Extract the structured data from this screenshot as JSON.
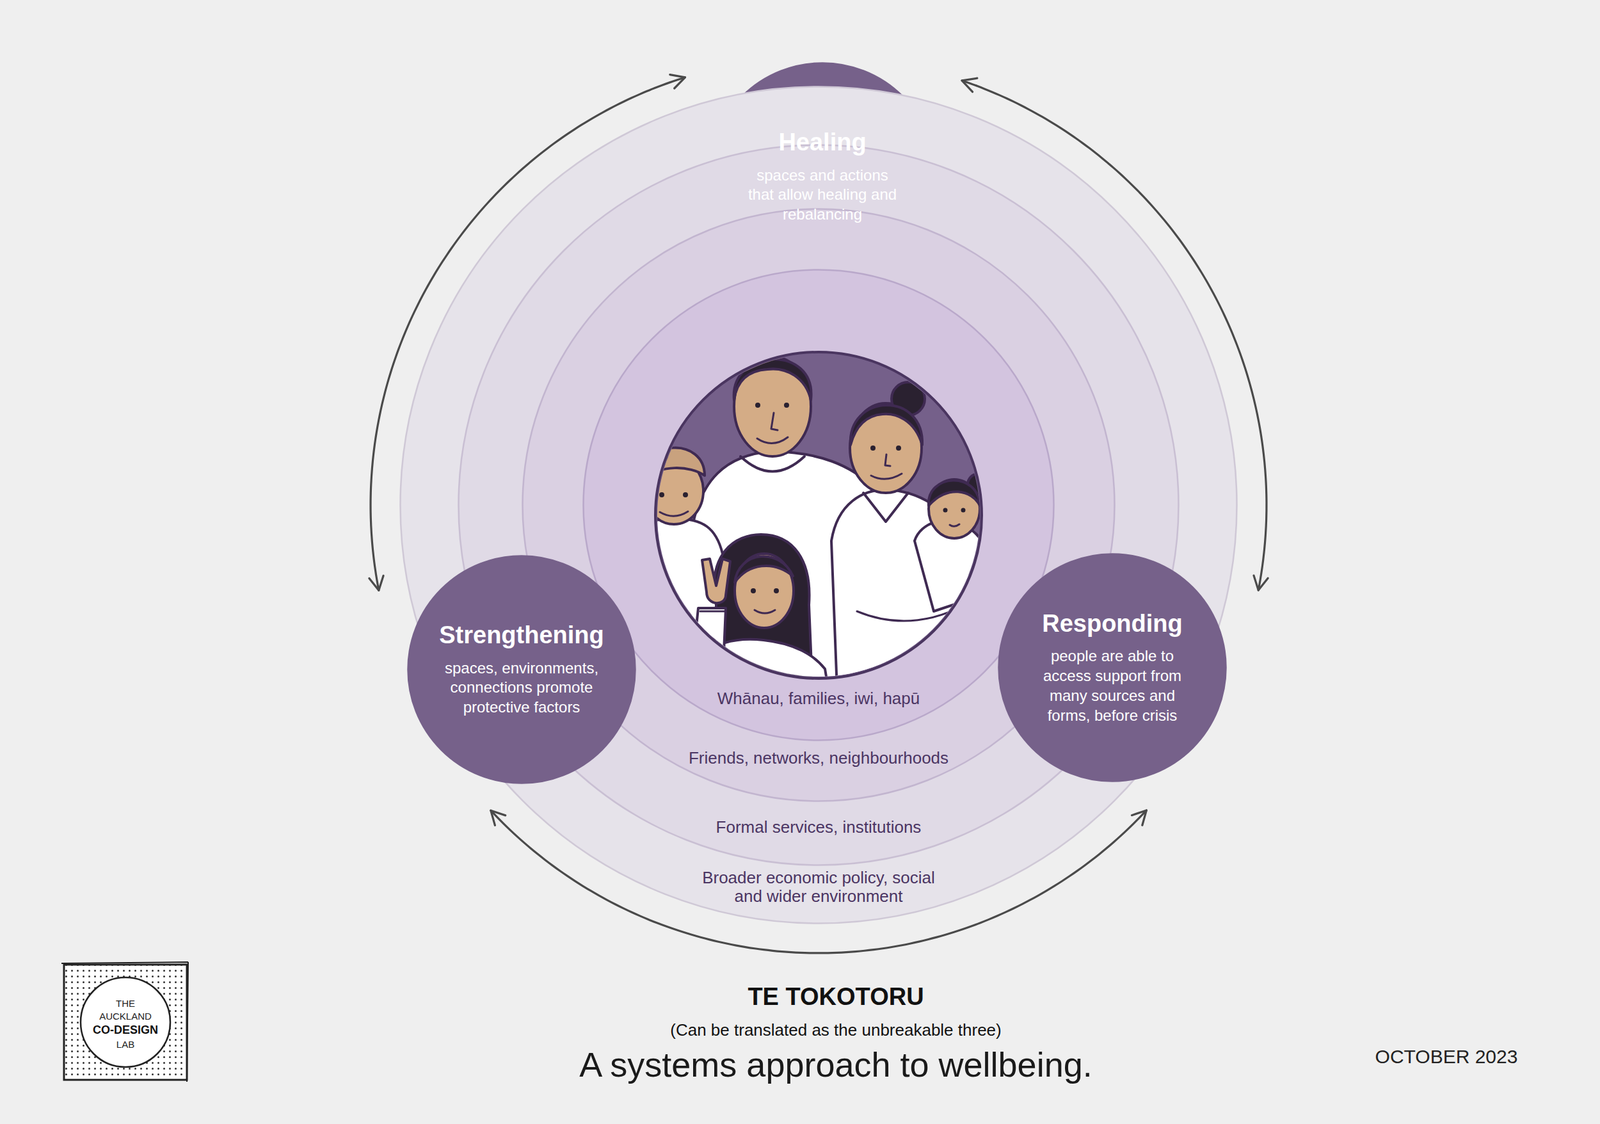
{
  "diagram": {
    "title": "TE TOKOTORU",
    "caption": "A systems approach to wellbeing.",
    "nodes": [
      {
        "text": [
          "Healing",
          "spaces and actions that allow healing and rebalancing"
        ]
      },
      {
        "text": [
          "Broader economic policy, social and wider environment"
        ]
      },
      {
        "text": [
          "Formal services, institutions"
        ],
        "in": 1
      },
      {
        "text": [
          "Friends, networks, neighbourhoods"
        ],
        "in": 2
      },
      {
        "text": [
          "Whānau, families, iwi, hapū"
        ],
        "in": 3
      },
      {
        "text": [
          "Strengthening",
          "spaces, environments, connections promote protective factors"
        ]
      },
      {
        "text": [
          "Responding",
          "people are able to access support from many sources and forms, before crisis"
        ]
      }
    ],
    "edges": [
      {
        "from": 0,
        "to": 5,
        "arrow": "both"
      },
      {
        "from": 0,
        "to": 6,
        "arrow": "both"
      },
      {
        "from": 5,
        "to": 6,
        "arrow": "both"
      }
    ],
    "labels": [
      "(Can be translated as the unbreakable three)",
      "OCTOBER 2023",
      "THE",
      "AUCKLAND",
      "CO-DESIGN",
      "LAB"
    ]
  }
}
